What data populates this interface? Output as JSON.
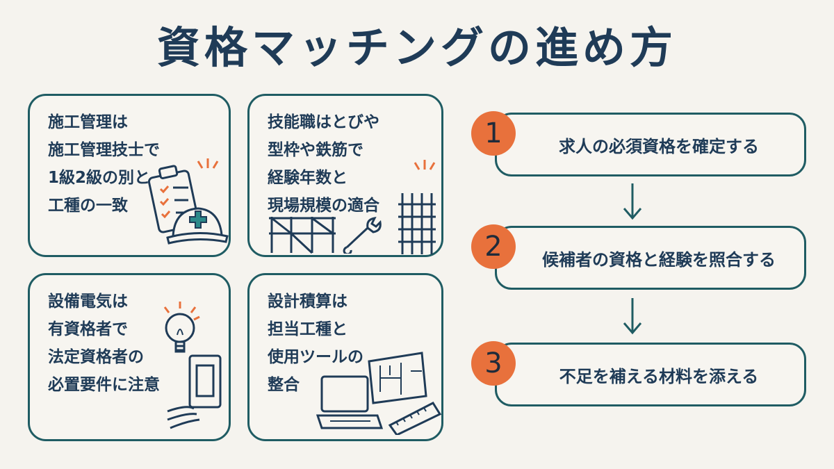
{
  "title": "資格マッチングの進め方",
  "cards": [
    {
      "text": "施工管理は\n施工管理技士で\n1級2級の別と\n工種の一致",
      "icons": [
        "clipboard-icon",
        "hard-hat-icon"
      ]
    },
    {
      "text": "技能職はとびや\n型枠や鉄筋で\n経験年数と\n現場規模の適合",
      "icons": [
        "scaffold-icon",
        "wrench-icon",
        "rebar-grid-icon"
      ]
    },
    {
      "text": "設備電気は\n有資格者で\n法定資格者の\n必置要件に注意",
      "icons": [
        "light-bulb-icon",
        "electrical-panel-icon"
      ]
    },
    {
      "text": "設計積算は\n担当工種と\n使用ツールの\n整合",
      "icons": [
        "laptop-icon",
        "blueprint-icon",
        "ruler-icon"
      ]
    }
  ],
  "steps": [
    {
      "number": "1",
      "label": "求人の必須資格を確定する"
    },
    {
      "number": "2",
      "label": "候補者の資格と経験を照合する"
    },
    {
      "number": "3",
      "label": "不足を補える材料を添える"
    }
  ],
  "colors": {
    "accent": "#e8713c",
    "border": "#1f5c63",
    "text": "#1f3b57",
    "background": "#f5f3ee"
  }
}
